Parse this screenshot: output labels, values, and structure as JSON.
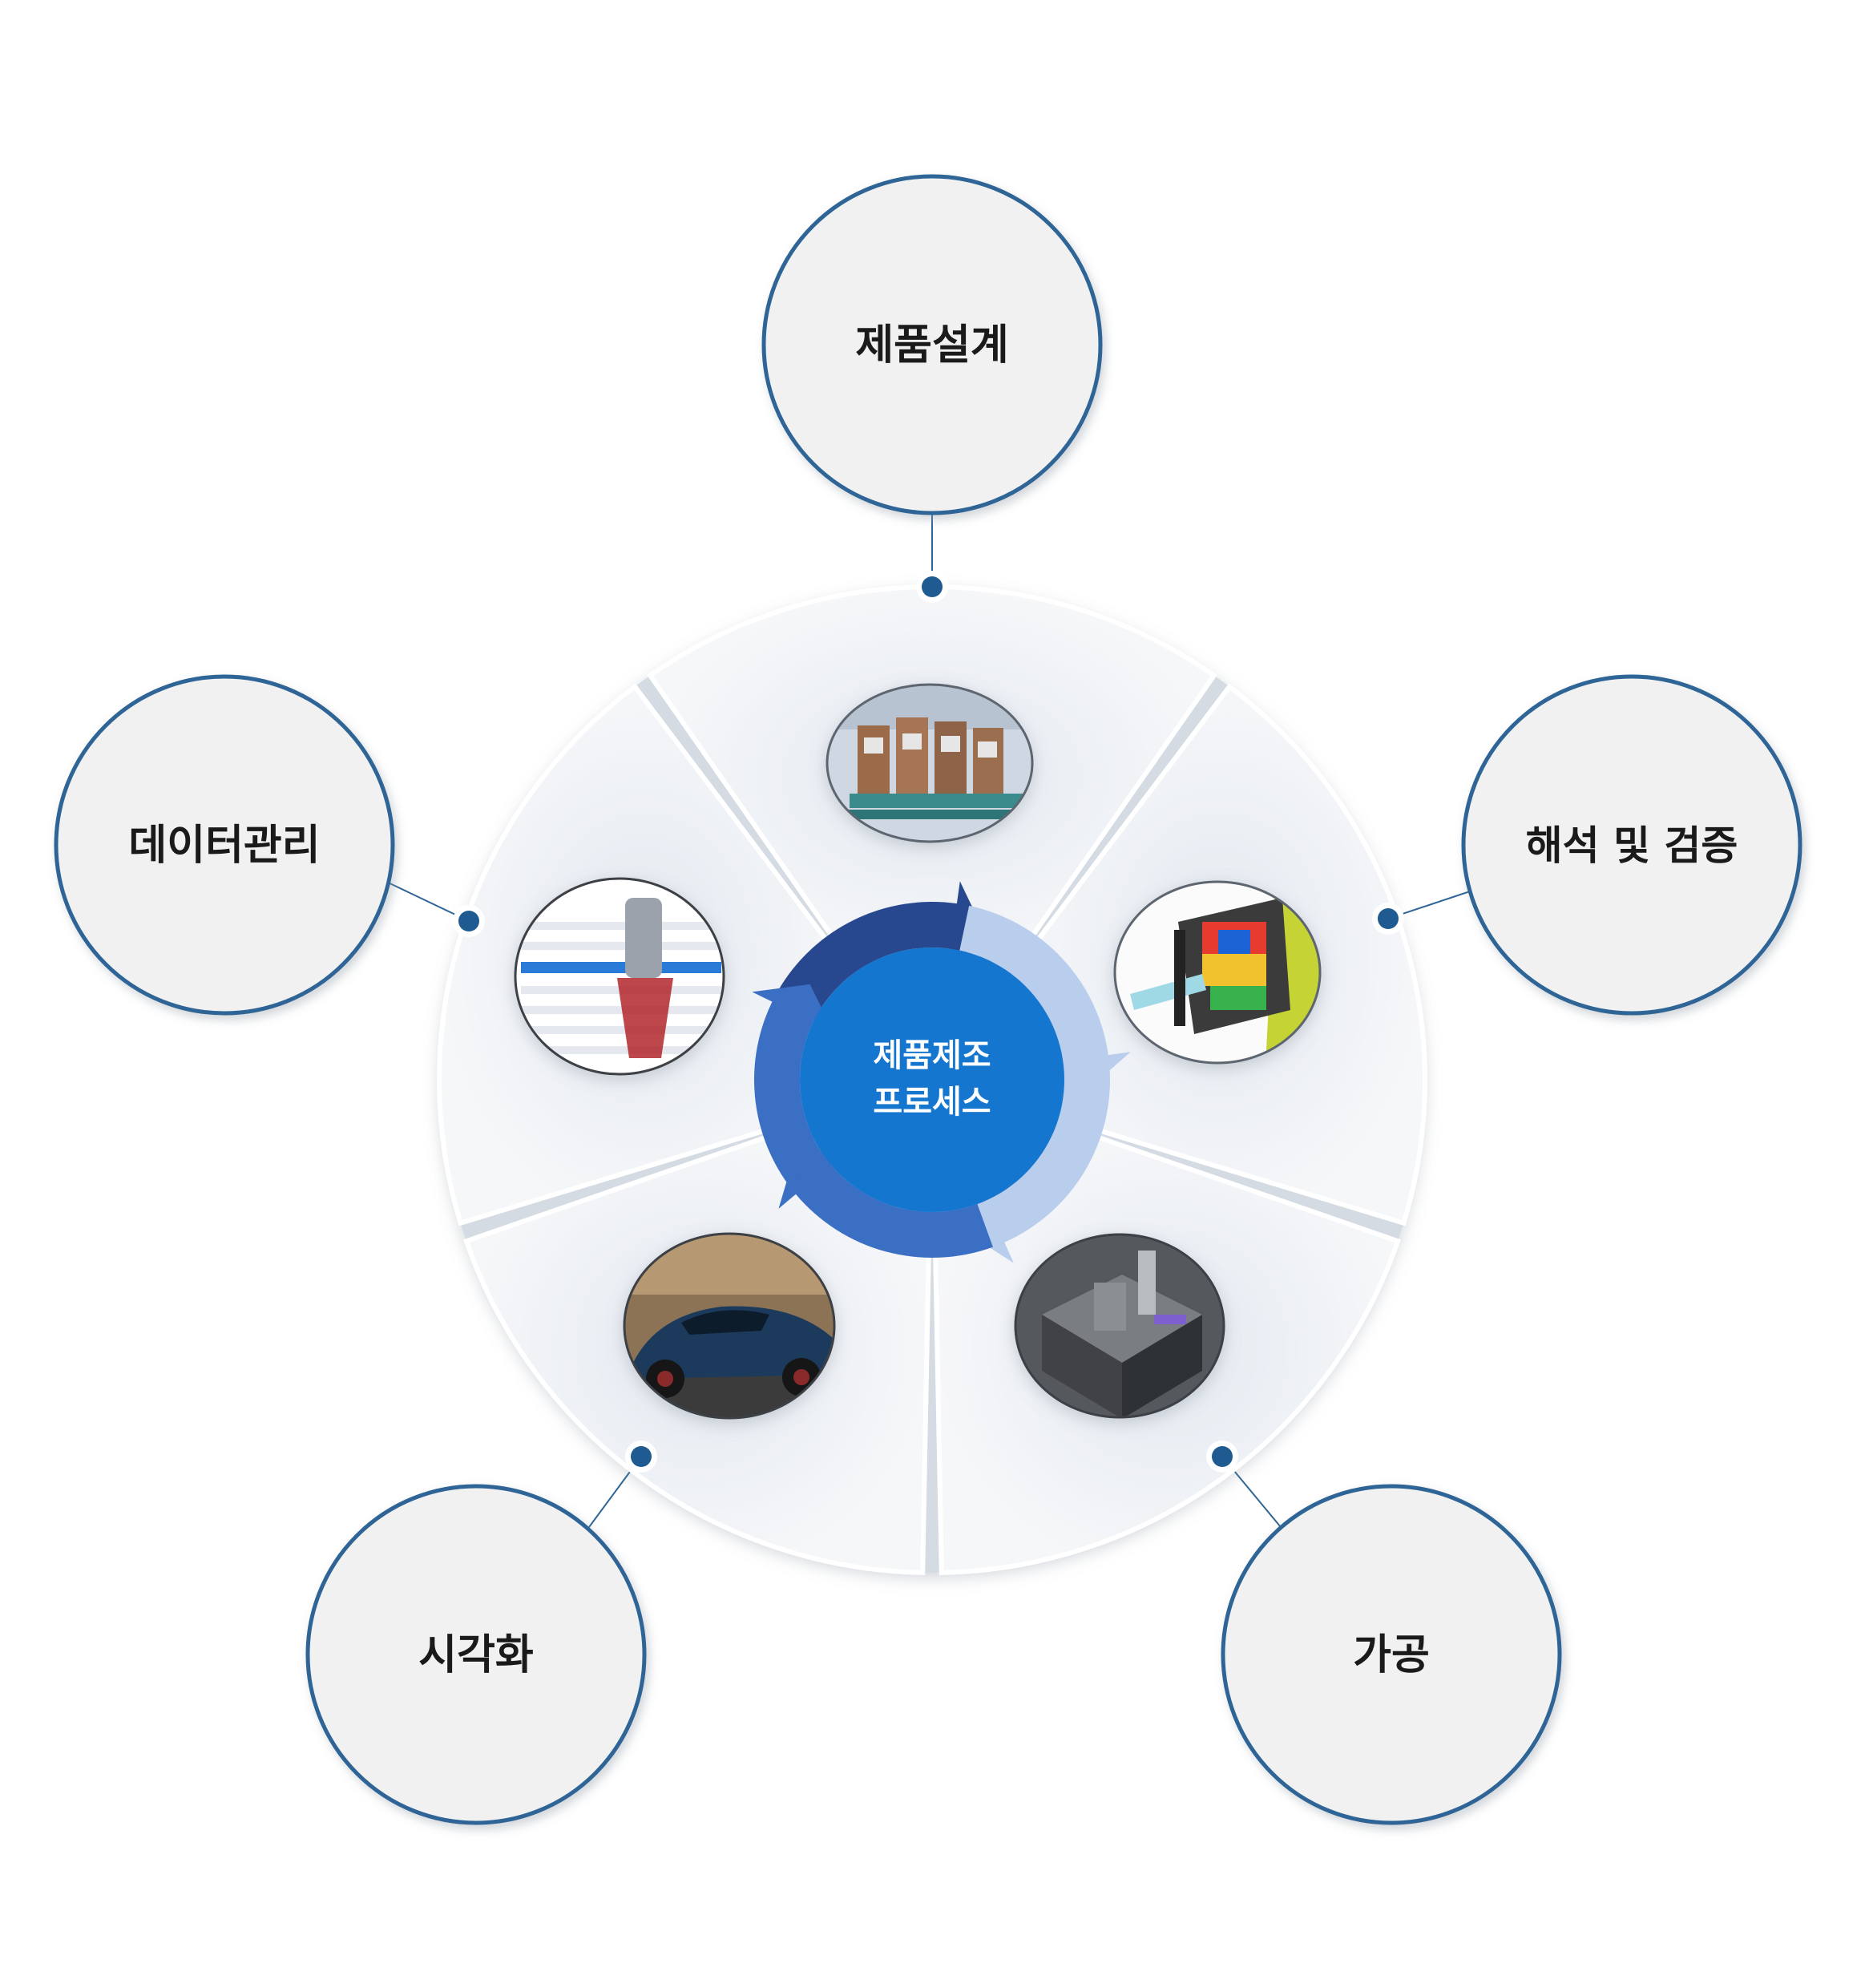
{
  "center": {
    "line1": "제품제조",
    "line2": "프로세스"
  },
  "stages": [
    {
      "id": "design",
      "label": "제품설계",
      "thumb": "factory-line-cad-thumbnail"
    },
    {
      "id": "analysis",
      "label": "해석 및 검증",
      "thumb": "stress-analysis-thumbnail"
    },
    {
      "id": "machining",
      "label": "가공",
      "thumb": "cnc-machining-thumbnail"
    },
    {
      "id": "visualization",
      "label": "시각화",
      "thumb": "sports-car-render-thumbnail"
    },
    {
      "id": "data",
      "label": "데이터관리",
      "thumb": "pdm-data-table-thumbnail"
    }
  ],
  "colors": {
    "ring_stroke": "#2e6596",
    "node_fill": "#f1f1f1",
    "connector_dot": "#1f5a91",
    "center_fill": "#1576cf",
    "arrow_dark": "#27488f",
    "arrow_mid": "#3b6fc4",
    "arrow_light": "#b9cdec",
    "wheel_base": "#eef1f5"
  }
}
